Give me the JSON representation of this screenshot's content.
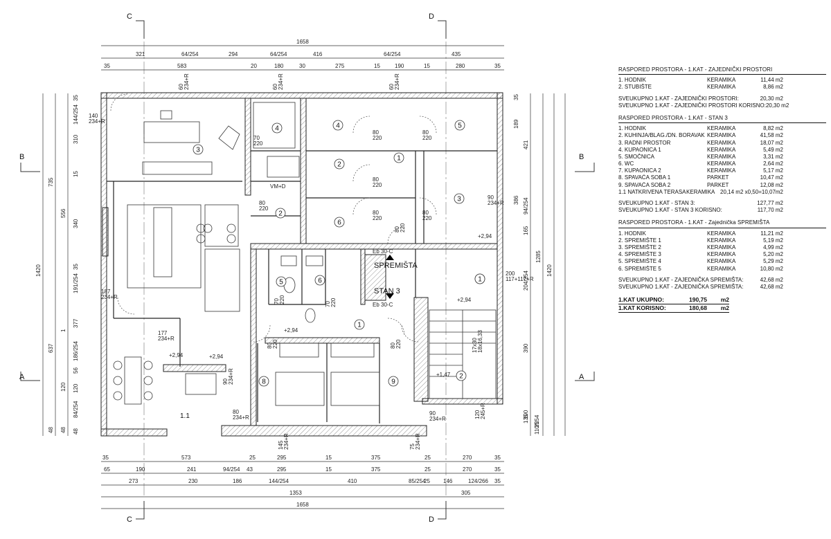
{
  "sections": {
    "c_top": "C",
    "d_top": "D",
    "c_bottom": "C",
    "d_bottom": "D",
    "b_left": "B",
    "b_right": "B",
    "a_left": "A",
    "a_right": "A"
  },
  "top_dims": {
    "overall": "1658",
    "row2": [
      "321",
      "64/254",
      "294",
      "64/254",
      "416",
      "64/254",
      "435"
    ],
    "row3": [
      "35",
      "583",
      "20",
      "180",
      "30",
      "275",
      "15",
      "190",
      "15",
      "280",
      "35"
    ]
  },
  "bottom_dims": {
    "row1": [
      "35",
      "573",
      "25",
      "295",
      "15",
      "375",
      "25",
      "270",
      "35"
    ],
    "row2": [
      "65",
      "190",
      "241",
      "94/254",
      "43",
      "295",
      "15",
      "375",
      "25",
      "270",
      "35"
    ],
    "row3": [
      "273",
      "230",
      "186",
      "144/254",
      "410",
      "85/254",
      "25",
      "146",
      "124/266",
      "35"
    ],
    "row4": [
      "1353",
      "305"
    ],
    "overall": "1658"
  },
  "left_dims": {
    "overall": "1420",
    "outer": [
      "735",
      "637",
      "48"
    ],
    "mid": [
      "556",
      "1",
      "120",
      "48"
    ],
    "inner": [
      "35",
      "144/254",
      "310",
      "15",
      "340",
      "35",
      "191/254",
      "377",
      "186/254",
      "56",
      "120",
      "84/254",
      "48"
    ]
  },
  "right_dims": {
    "overall": "1420",
    "total2": "1285",
    "outer": [
      "421",
      "94/254",
      "165",
      "204/254",
      "390",
      "100",
      "110/254",
      "25",
      "135"
    ],
    "inner": [
      "189",
      "386",
      "35"
    ]
  },
  "windows": [
    "60\n234+R",
    "60\n234+R",
    "60\n234+R",
    "140\n234+R",
    "90\n234+R",
    "187\n234+R",
    "177\n234+R",
    "90\n234+R",
    "80\n234+R",
    "90\n234+R",
    "145\n234+R",
    "75\n234+R",
    "120\n245+R",
    "200\n117+117+R"
  ],
  "door_labels": [
    "70\n220",
    "80\n220",
    "80\n220",
    "80\n220",
    "80\n220",
    "80\n220",
    "80\n220",
    "80\n220",
    "70\n220",
    "70\n220",
    "80\n220",
    "80\n220"
  ],
  "levels": [
    "+2,94",
    "+2,94",
    "+2,94",
    "+2,94",
    "+2,94",
    "+1,47"
  ],
  "rooms": {
    "stan": [
      "4",
      "5",
      "3",
      "1",
      "2",
      "6",
      "3",
      "2",
      "4",
      "5",
      "6",
      "7",
      "1",
      "1",
      "8",
      "9",
      "2",
      "1.1"
    ]
  },
  "labels": {
    "spremista": "SPREMIŠTA",
    "stan3": "STAN 3",
    "el1": "Eb 30-C",
    "el2": "Eb 30-C",
    "wm": "VM+D",
    "stair": "17x30\n18x16,33"
  },
  "tables": {
    "t1": {
      "title": "RASPORED PROSTORA - 1.KAT - ZAJEDNIČKI PROSTORI",
      "rows": [
        [
          "1. HODNIK",
          "KERAMIKA",
          "11,44 m2"
        ],
        [
          "2. STUBIŠTE",
          "KERAMIKA",
          "8,86  m2"
        ]
      ],
      "sums": [
        [
          "SVEUKUPNO 1.KAT - ZAJEDNIČKI PROSTORI:",
          "20,30 m2"
        ],
        [
          "SVEUKUPNO 1.KAT - ZAJEDNIČKI PROSTORI KORISNO:",
          "20,30 m2"
        ]
      ]
    },
    "t2": {
      "title": "RASPORED PROSTORA - 1.KAT - STAN 3",
      "rows": [
        [
          "1. HODNIK",
          "KERAMIKA",
          "8,82  m2"
        ],
        [
          "2. KUHINJA/BLAG./DN. BORAVAK",
          "KERAMIKA",
          "41,58 m2"
        ],
        [
          "3. RADNI PROSTOR",
          "KERAMIKA",
          "18,07 m2"
        ],
        [
          "4. KUPAONICA 1",
          "KERAMIKA",
          "5,49  m2"
        ],
        [
          "5. SMOČNICA",
          "KERAMIKA",
          "3,31  m2"
        ],
        [
          "6. WC",
          "KERAMIKA",
          "2,64  m2"
        ],
        [
          "7. KUPAONICA 2",
          "KERAMIKA",
          "5,17  m2"
        ],
        [
          "8. SPAVAĆA SOBA 1",
          "PARKET",
          "10,47 m2"
        ],
        [
          "9. SPAVAĆA SOBA 2",
          "PARKET",
          "12,08 m2"
        ],
        [
          "1.1  NATKRIVENA TERASA",
          "KERAMIKA",
          "20,14 m2 x0,50=10,07m2"
        ]
      ],
      "sums": [
        [
          "SVEUKUPNO 1.KAT - STAN 3:",
          "127,77 m2"
        ],
        [
          "SVEUKUPNO 1.KAT - STAN 3 KORISNO:",
          "117,70 m2"
        ]
      ]
    },
    "t3": {
      "title": "RASPORED PROSTORA - 1.KAT - Zajednička SPREMIŠTA",
      "rows": [
        [
          "1. HODNIK",
          "KERAMIKA",
          "11,21 m2"
        ],
        [
          "2. SPREMIŠTE 1",
          "KERAMIKA",
          "5,19  m2"
        ],
        [
          "3. SPREMIŠTE 2",
          "KERAMIKA",
          "4,99  m2"
        ],
        [
          "4. SPREMIŠTE 3",
          "KERAMIKA",
          "5,20  m2"
        ],
        [
          "5. SPREMIŠTE 4",
          "KERAMIKA",
          "5,29  m2"
        ],
        [
          "6. SPREMIŠTE 5",
          "KERAMIKA",
          "10,80 m2"
        ]
      ],
      "sums": [
        [
          "SVEUKUPNO 1.KAT - ZAJEDNIČKA SPREMIŠTA:",
          "42,68 m2"
        ],
        [
          "SVEUKUPNO 1.KAT - ZAJEDNIČKA SPREMIŠTA:",
          "42,68 m2"
        ]
      ]
    },
    "totals": [
      [
        "1.KAT UKUPNO:",
        "190,75",
        "m2"
      ],
      [
        "1.KAT KORISNO:",
        "180,68",
        "m2"
      ]
    ]
  }
}
